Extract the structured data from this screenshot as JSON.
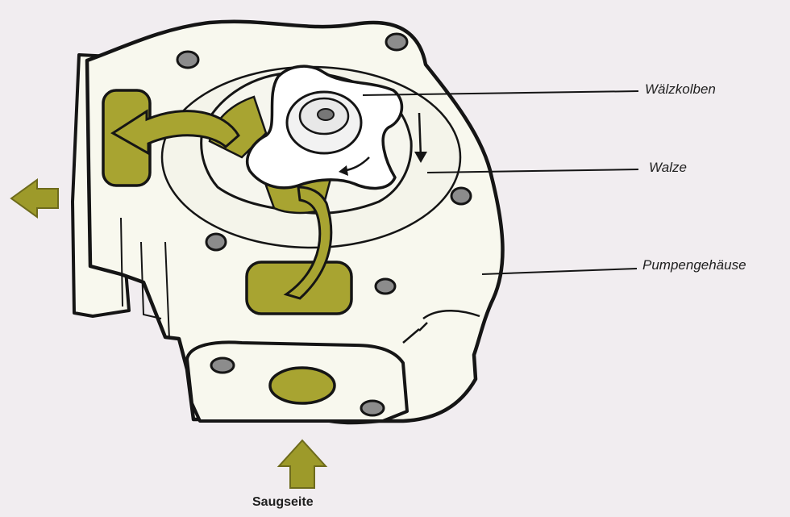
{
  "labels": {
    "rolling_piston": "Wälzkolben",
    "roller": "Walze",
    "pump_housing": "Pumpengehäuse",
    "suction_side": "Saugseite"
  },
  "colors": {
    "background": "#f1edf0",
    "housing_fill": "#f8f8ee",
    "outline": "#151515",
    "oil_green": "#a8a431",
    "arrow_green": "#9d9a2a"
  },
  "icons": {
    "outlet_arrow": "arrow-left-icon",
    "inlet_arrow": "arrow-up-icon"
  }
}
